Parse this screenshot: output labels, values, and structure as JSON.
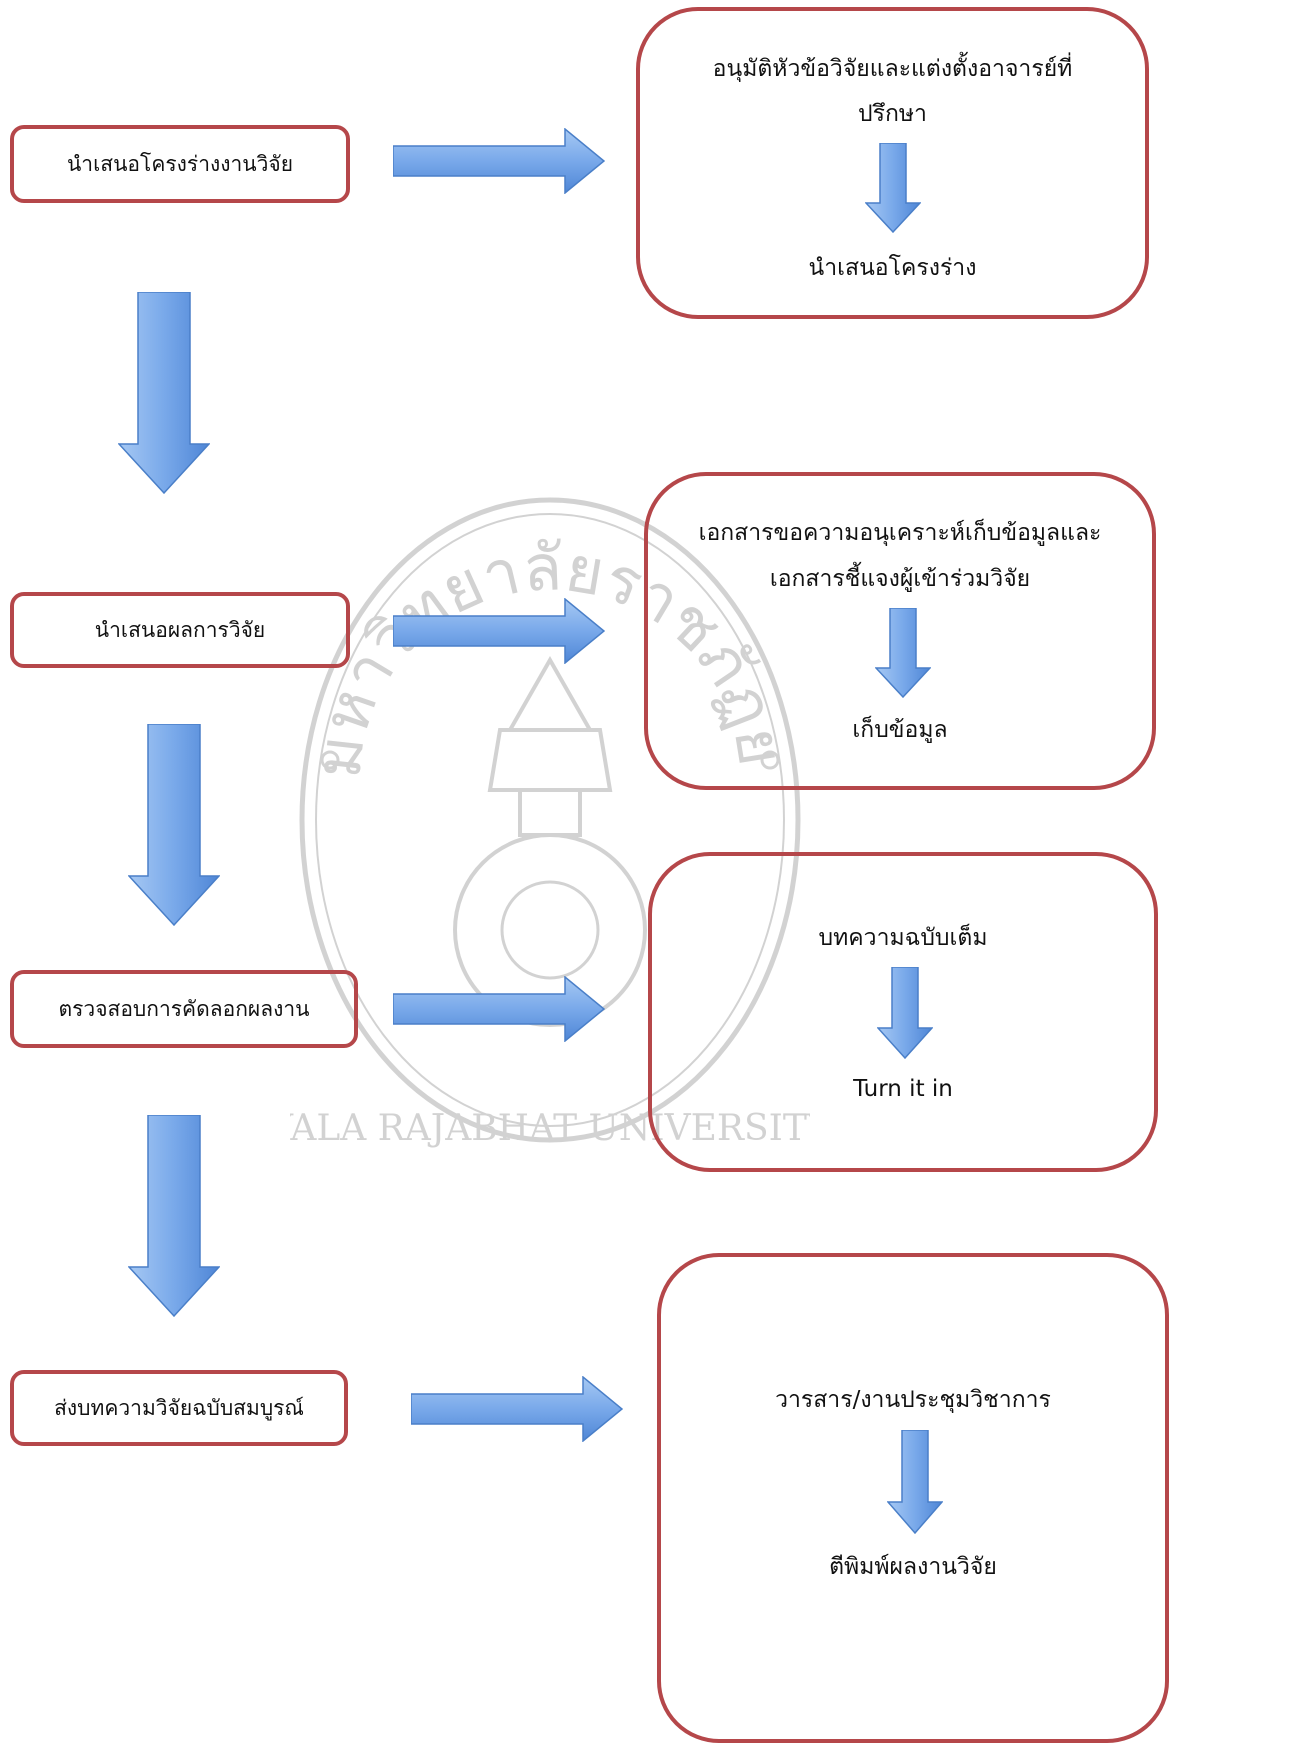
{
  "steps": [
    "นำเสนอโครงร่างงานวิจัย",
    "นำเสนอผลการวิจัย",
    "ตรวจสอบการคัดลอกผลงาน",
    "ส่งบทความวิจัยฉบับสมบูรณ์"
  ],
  "panels": [
    {
      "line1": "อนุมัติหัวข้อวิจัยและแต่งตั้งอาจารย์ที่",
      "line2": "ปรึกษา",
      "result": "นำเสนอโครงร่าง"
    },
    {
      "line1": "เอกสารขอความอนุเคราะห์เก็บข้อมูลและ",
      "line2": "เอกสารชี้แจงผู้เข้าร่วมวิจัย",
      "result": "เก็บข้อมูล"
    },
    {
      "line1": "บทความฉบับเต็ม",
      "result": "Turn it in"
    },
    {
      "line1": "วารสาร/งานประชุมวิชาการ",
      "result": "ตีพิมพ์ผลงานวิจัย"
    }
  ],
  "watermark": {
    "top_text": "มหาวิทยาลัยราชภัฏยะลา",
    "bottom_text": "YALA RAJABHAT UNIVERSITY"
  }
}
